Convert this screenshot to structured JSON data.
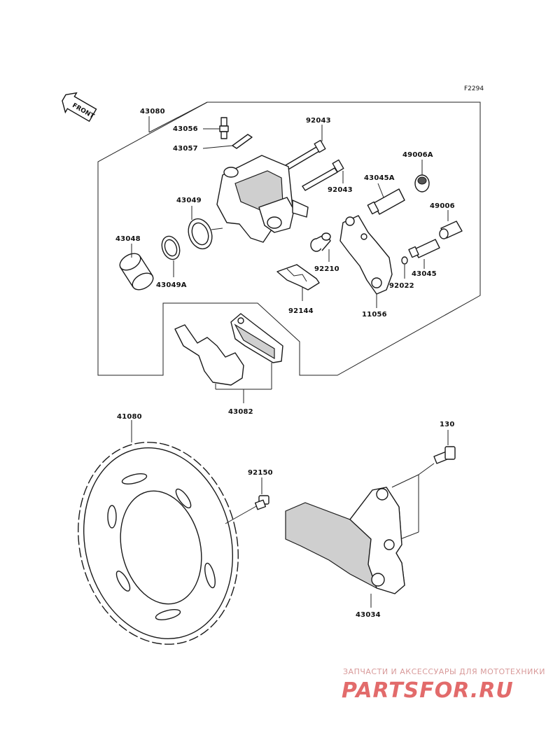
{
  "figure_id": "F2294",
  "front_label": "FRONT",
  "parts": {
    "p43080": "43080",
    "p43056": "43056",
    "p43057": "43057",
    "p92043a": "92043",
    "p92043b": "92043",
    "p49006A": "49006A",
    "p43045A": "43045A",
    "p49006": "49006",
    "p43049": "43049",
    "p43048": "43048",
    "p43049A": "43049A",
    "p92210": "92210",
    "p43045": "43045",
    "p92022": "92022",
    "p92144": "92144",
    "p11056": "11056",
    "p43082": "43082",
    "p41080": "41080",
    "p92150": "92150",
    "p130": "130",
    "p43034": "43034"
  },
  "watermark": {
    "line1": "ЗАПЧАСТИ И АКСЕССУАРЫ ДЛЯ МОТОТЕХНИКИ",
    "line2": "PARTSFOR.RU"
  }
}
